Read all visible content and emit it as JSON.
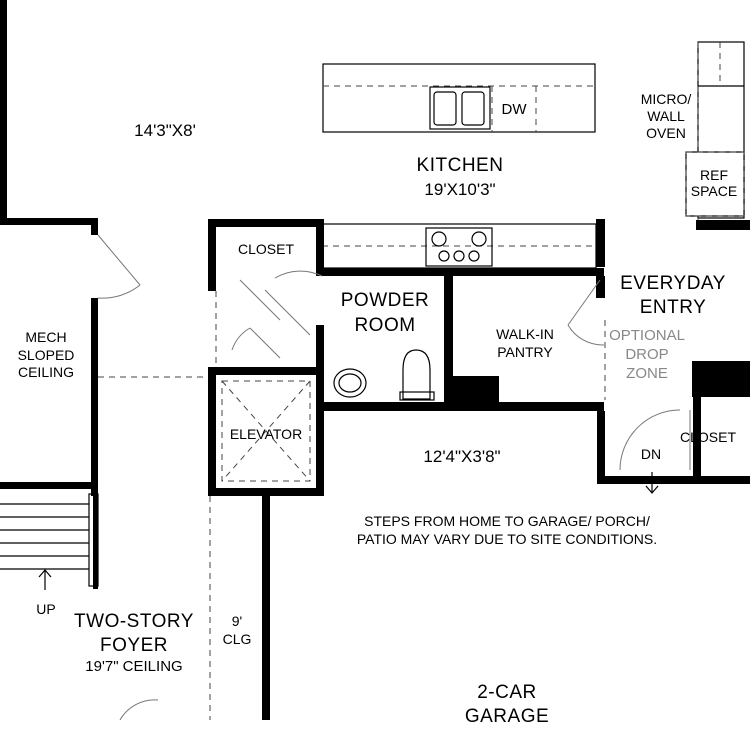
{
  "rooms": {
    "room_dims": "14'3\"X8'",
    "kitchen_name": "KITCHEN",
    "kitchen_dims": "19'X10'3\"",
    "dw": "DW",
    "micro_wall_oven": "MICRO/\nWALL\nOVEN",
    "ref_space": "REF\nSPACE",
    "closet_upper": "CLOSET",
    "powder_room": "POWDER\nROOM",
    "walk_in_pantry": "WALK-IN\nPANTRY",
    "everyday_entry": "EVERYDAY\nENTRY",
    "optional_drop_zone": "OPTIONAL\nDROP\nZONE",
    "mech": "MECH\nSLOPED\nCEILING",
    "elevator": "ELEVATOR",
    "hall_dims": "12'4\"X3'8\"",
    "dn": "DN",
    "closet_right": "CLOSET",
    "steps_note": "STEPS FROM HOME TO GARAGE/ PORCH/\nPATIO MAY VARY DUE TO SITE CONDITIONS.",
    "up": "UP",
    "foyer_name": "TWO-STORY\nFOYER",
    "foyer_ceiling": "19'7\" CEILING",
    "clg": "9'\nCLG",
    "garage": "2-CAR\nGARAGE"
  },
  "colors": {
    "wall": "#000000",
    "line": "#000000",
    "muted_text": "#888888",
    "background": "#ffffff"
  }
}
